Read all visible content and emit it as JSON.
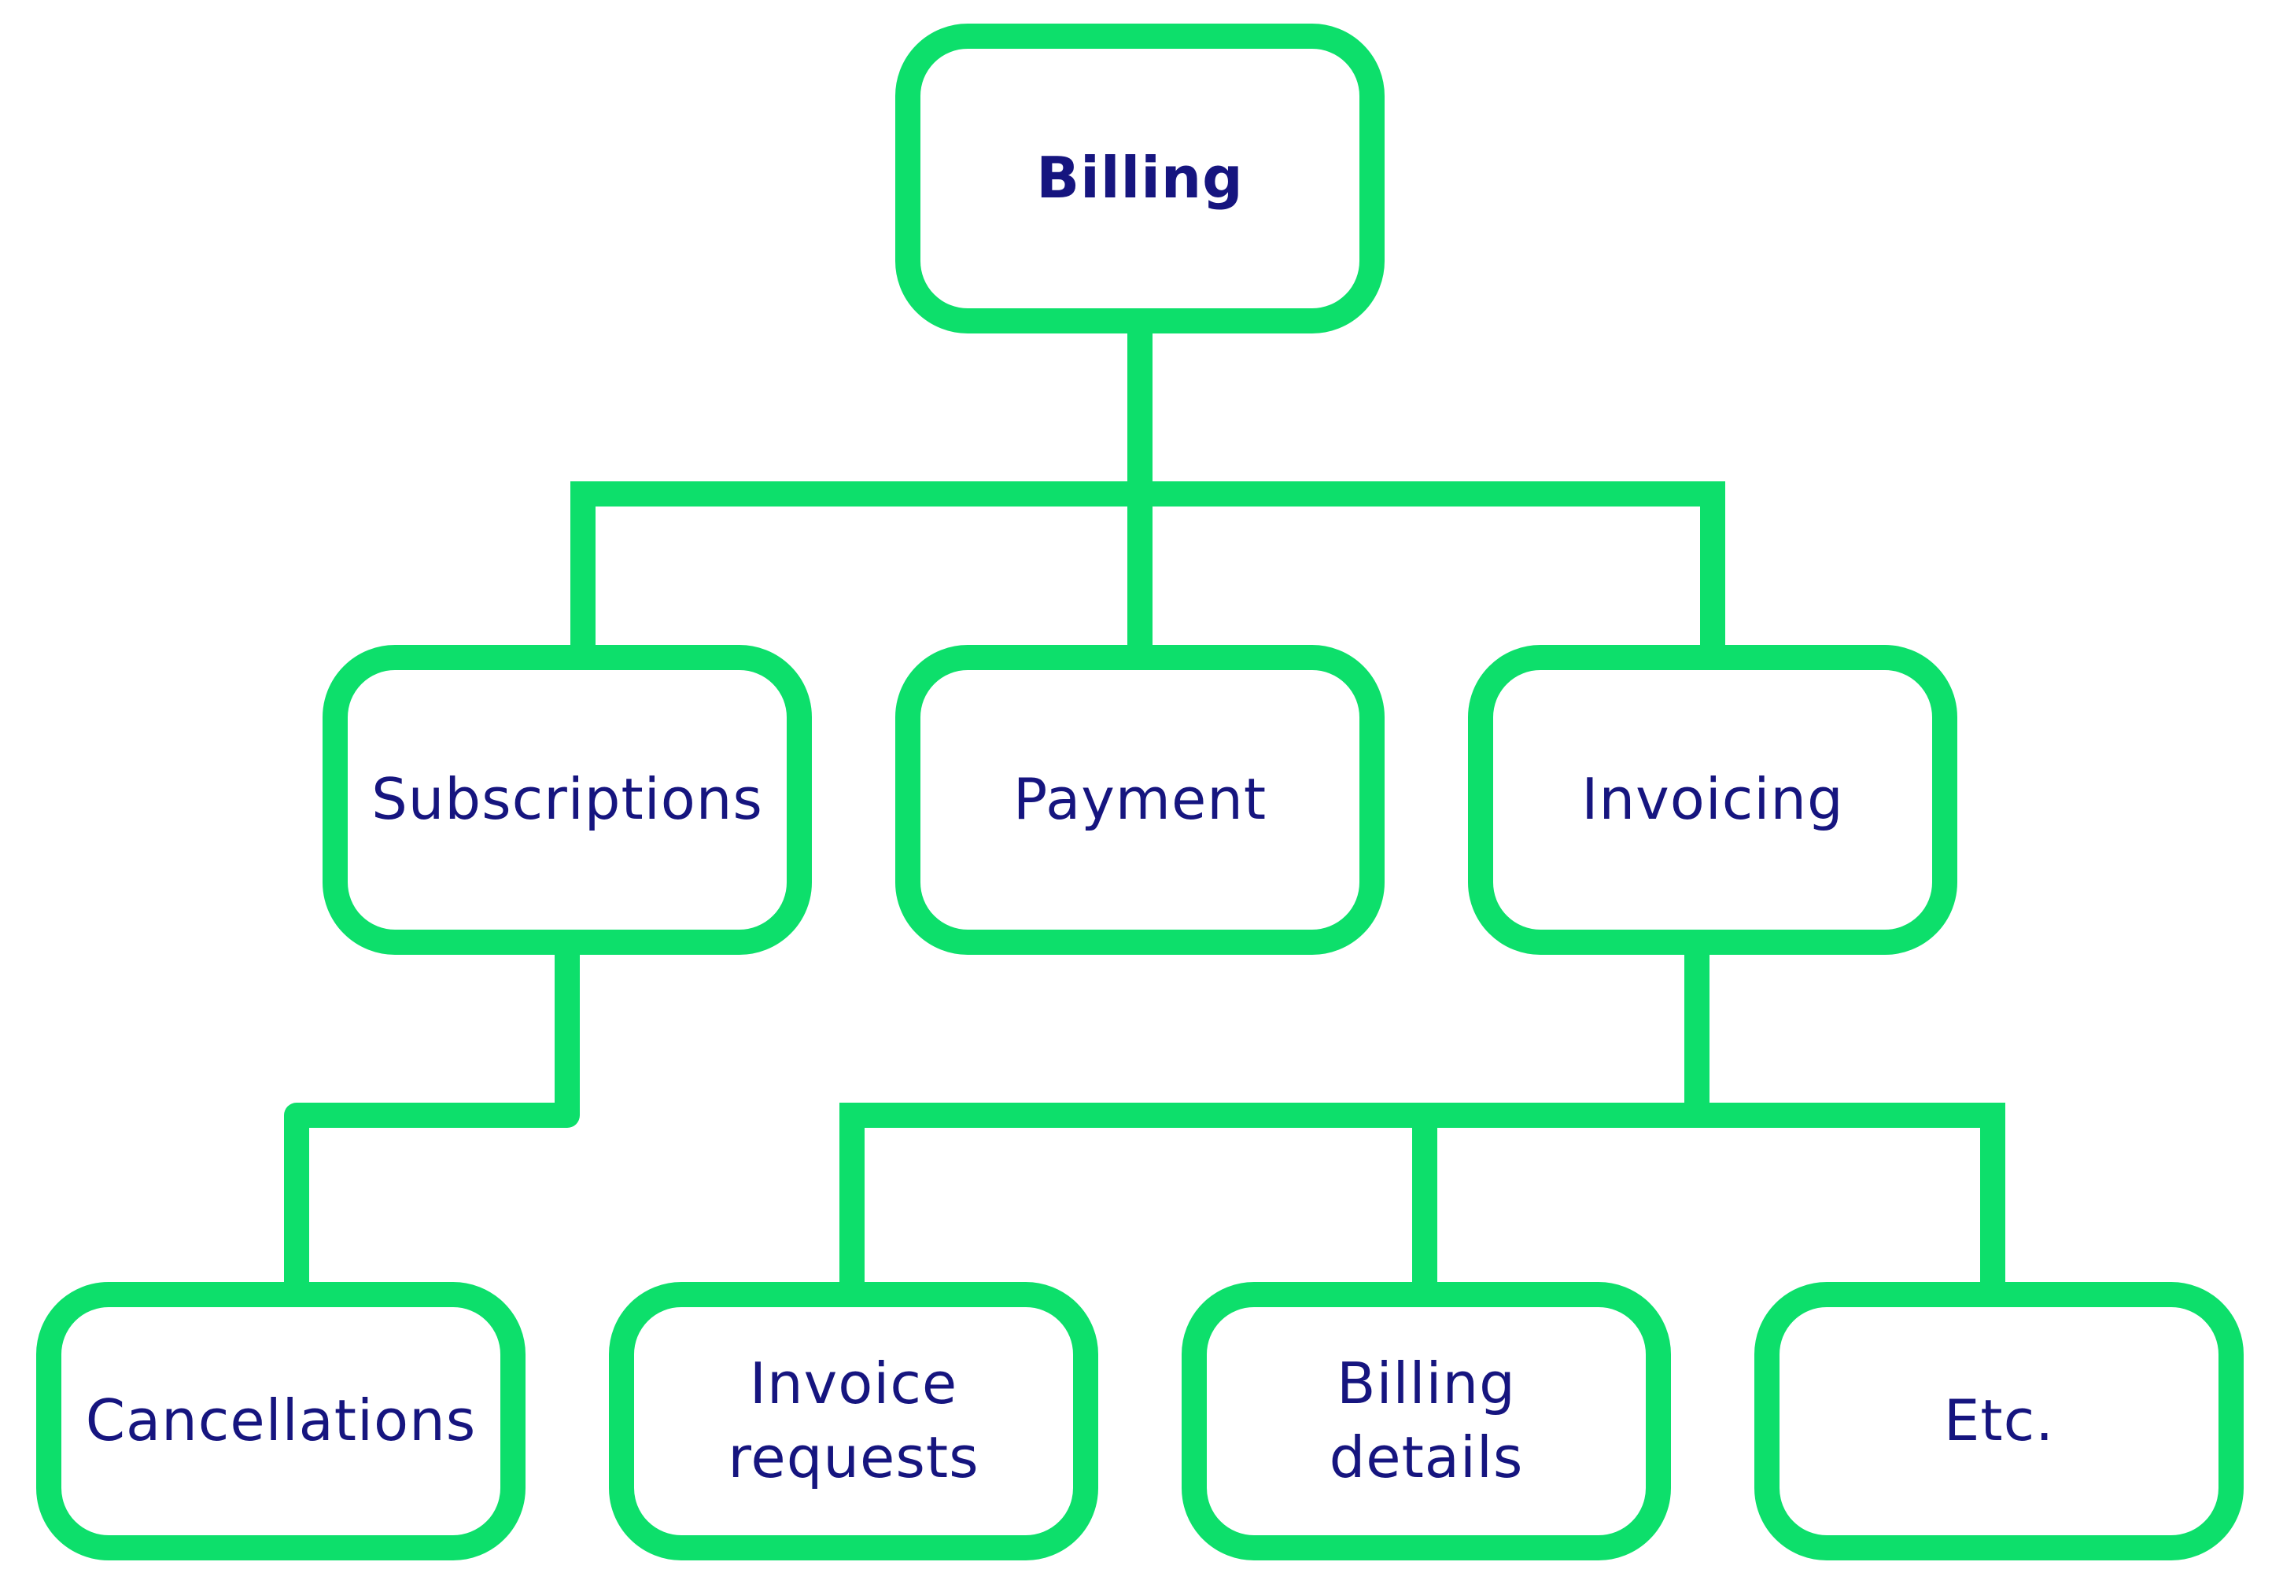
{
  "colors": {
    "accent_green": "#0ddf6b",
    "text_navy": "#16157f",
    "background": "#ffffff"
  },
  "diagram": {
    "root": {
      "label": "Billing"
    },
    "level2": [
      {
        "label": "Subscriptions"
      },
      {
        "label": "Payment"
      },
      {
        "label": "Invoicing"
      }
    ],
    "level3": [
      {
        "label": "Cancellations"
      },
      {
        "label": "Invoice\nrequests"
      },
      {
        "label": "Billing\ndetails"
      },
      {
        "label": "Etc."
      }
    ]
  }
}
